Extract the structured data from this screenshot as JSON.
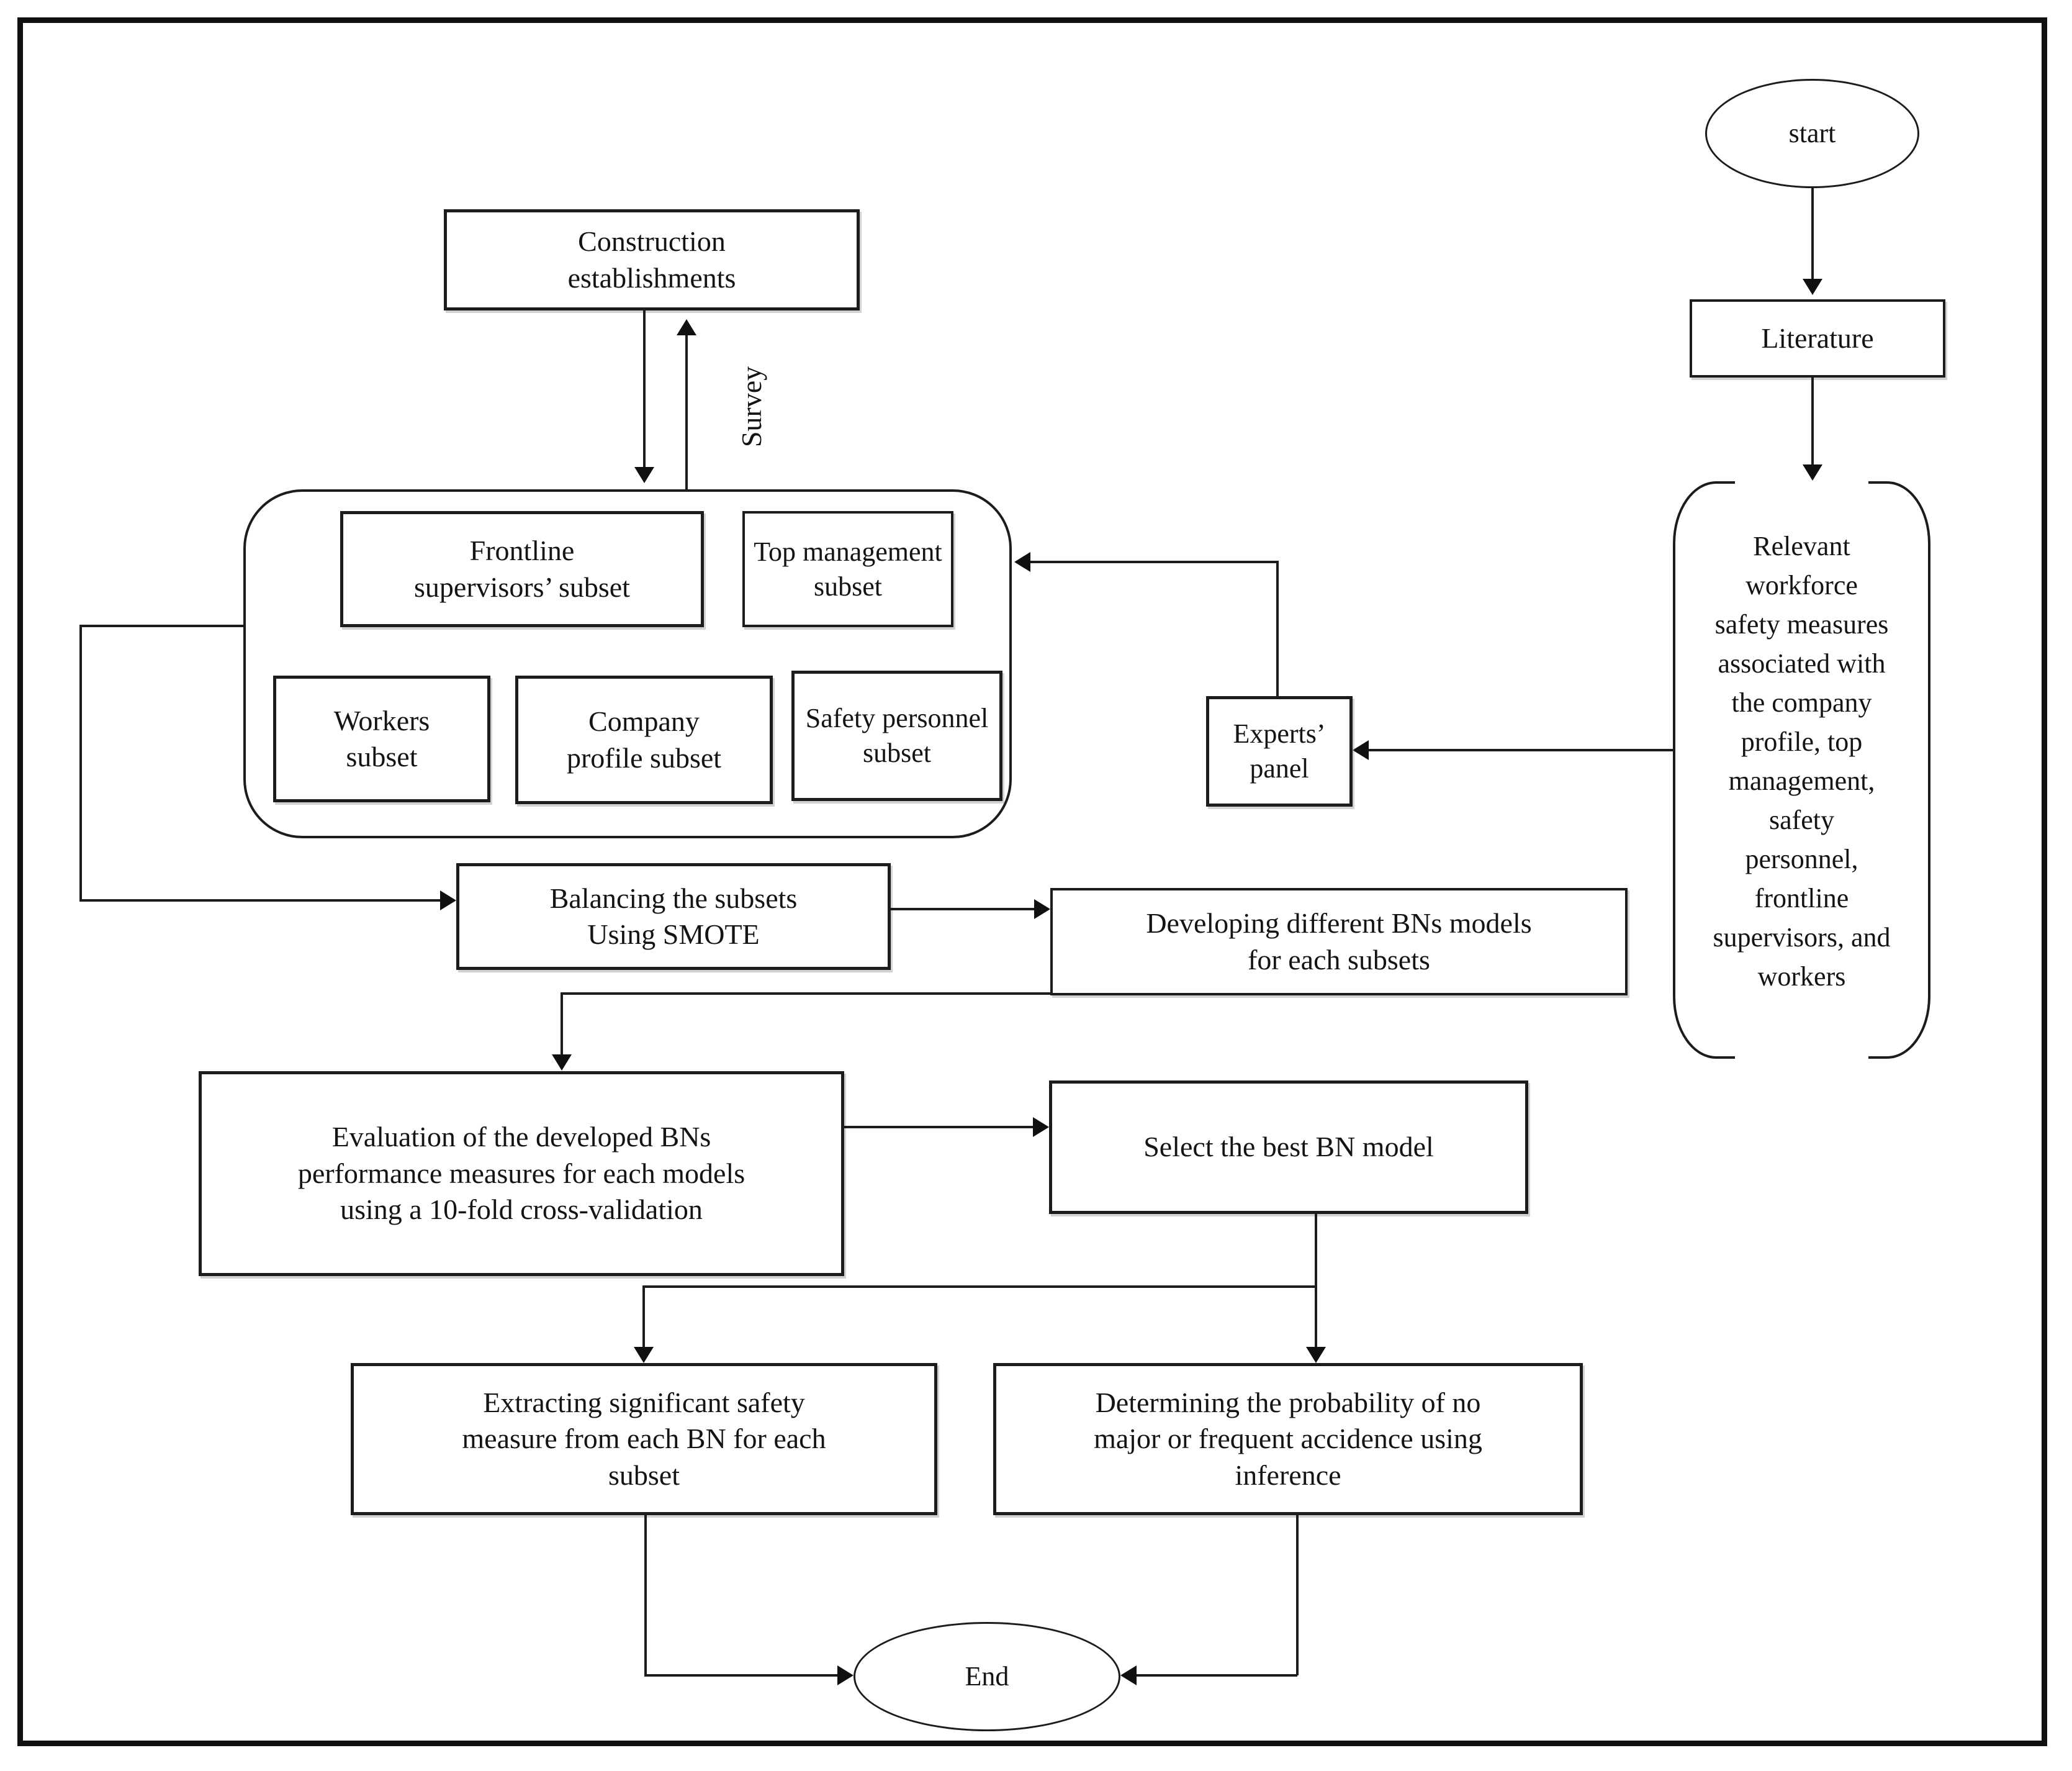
{
  "diagram": {
    "title": "BN safety-measures methodology flowchart",
    "accent_color": "#1c1c1c",
    "background_color": "#ffffff",
    "nodes": {
      "start": {
        "label": "start"
      },
      "literature": {
        "label": "Literature"
      },
      "relevant": {
        "lines": [
          "Relevant",
          "workforce",
          "safety measures",
          "associated with",
          "the company",
          "profile, top",
          "management,",
          "safety",
          "personnel,",
          "frontline",
          "supervisors, and",
          "workers"
        ]
      },
      "construction": {
        "lines": [
          "Construction",
          "establishments"
        ]
      },
      "survey": {
        "label": "Survey"
      },
      "frontline": {
        "lines": [
          "Frontline",
          "supervisors’ subset"
        ]
      },
      "top_management": {
        "lines": [
          "Top management",
          "subset"
        ]
      },
      "workers": {
        "lines": [
          "Workers",
          "subset"
        ]
      },
      "company_profile": {
        "lines": [
          "Company",
          "profile subset"
        ]
      },
      "safety_personnel": {
        "lines": [
          "Safety personnel",
          "subset"
        ]
      },
      "experts_panel": {
        "lines": [
          "Experts’",
          "panel"
        ]
      },
      "balancing": {
        "lines": [
          "Balancing the subsets",
          "Using SMOTE"
        ]
      },
      "developing": {
        "lines": [
          "Developing different BNs models",
          "for each subsets"
        ]
      },
      "evaluation": {
        "lines": [
          "Evaluation of the developed BNs",
          "performance measures for each models",
          "using a 10-fold cross-validation"
        ]
      },
      "select_best": {
        "label": "Select the best BN model"
      },
      "extracting": {
        "lines": [
          "Extracting significant safety",
          "measure from each BN for each",
          "subset"
        ]
      },
      "determining": {
        "lines": [
          "Determining the probability of no",
          "major or frequent accidence using",
          "inference"
        ]
      },
      "end": {
        "label": "End"
      }
    }
  }
}
